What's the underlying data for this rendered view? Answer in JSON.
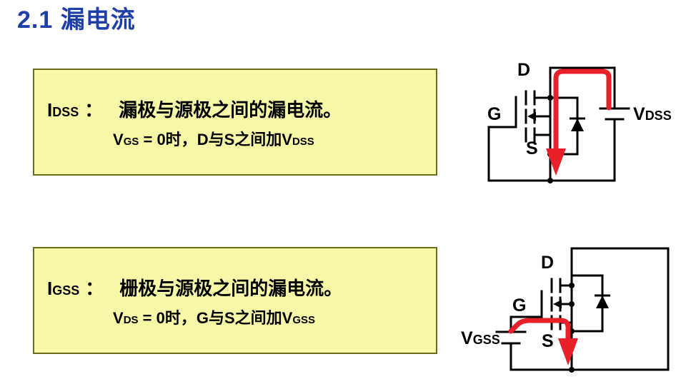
{
  "slide": {
    "title": "2.1 漏电流",
    "title_color": "#1f3fa8",
    "background": "#ffffff"
  },
  "callouts": [
    {
      "id": "idss",
      "box_fill": "#f7f7a8",
      "box_border": "#6b6b20",
      "symbol_main": "I",
      "symbol_sub": "DSS",
      "colon": "：",
      "description": "漏极与源极之间的漏电流。",
      "condition": {
        "v_main": "V",
        "v_sub": "GS",
        "equals": " = 0时，",
        "middle": "D与S之间加",
        "applied_main": "V",
        "applied_sub": "DSS"
      }
    },
    {
      "id": "igss",
      "box_fill": "#f7f7a8",
      "box_border": "#6b6b20",
      "symbol_main": "I",
      "symbol_sub": "GSS",
      "colon": "：",
      "description": "栅极与源极之间的漏电流。",
      "condition": {
        "v_main": "V",
        "v_sub": "DS",
        "equals": " = 0时，",
        "middle": "G与S之间加",
        "applied_main": "V",
        "applied_sub": "GSS"
      }
    }
  ],
  "circuits": [
    {
      "id": "idss-circuit",
      "terminals": {
        "drain": "D",
        "gate": "G",
        "source": "S"
      },
      "source_label_main": "V",
      "source_label_sub": "DSS",
      "wire_color": "#000000",
      "current_color": "#e8202a",
      "current_description": "drain-to-source leakage current path"
    },
    {
      "id": "igss-circuit",
      "terminals": {
        "drain": "D",
        "gate": "G",
        "source": "S"
      },
      "source_label_main": "V",
      "source_label_sub": "GSS",
      "wire_color": "#000000",
      "current_color": "#e8202a",
      "current_description": "gate-to-source leakage current path"
    }
  ]
}
